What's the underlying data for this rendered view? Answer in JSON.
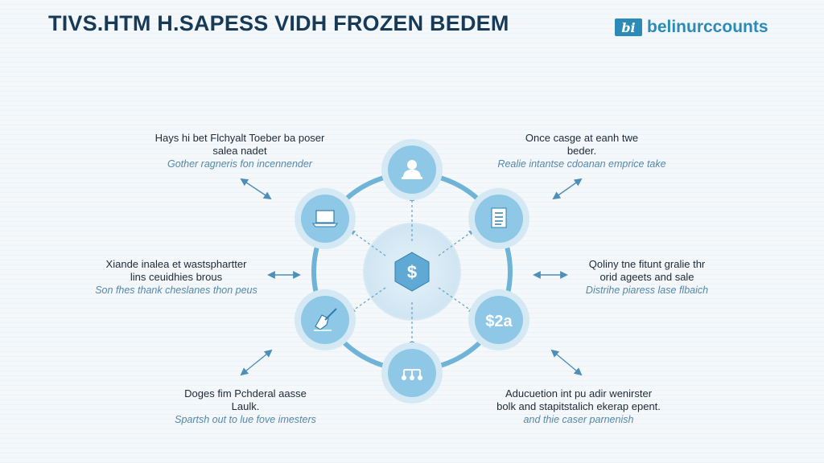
{
  "header": {
    "title": "TIVS.HTM H.SAPESS VIDH FROZEN BEDEM",
    "brand_logo_text": "bi",
    "brand_name": "belinurccounts"
  },
  "colors": {
    "title": "#163a57",
    "brand": "#2b8ab6",
    "ring": "#6fb3d6",
    "node_fill": "#8ec8e6",
    "node_halo": "#d4e9f4",
    "arrow": "#4d8fb8",
    "subtext": "#5487a8"
  },
  "diagram": {
    "center_icon": "dollar-hexagon-icon",
    "center_text": "$",
    "nodes": [
      {
        "id": "top",
        "icon": "user-icon"
      },
      {
        "id": "upper-right",
        "icon": "document-icon"
      },
      {
        "id": "lower-right",
        "icon": "price-tag-icon",
        "text": "$2a"
      },
      {
        "id": "bottom",
        "icon": "network-icon"
      },
      {
        "id": "lower-left",
        "icon": "hand-pen-icon"
      },
      {
        "id": "upper-left",
        "icon": "laptop-icon"
      }
    ],
    "labels": {
      "top_left": {
        "line1": "Hays hi bet Flchyalt Toeber ba poser",
        "line2": "salea nadet",
        "sub": "Gother ragneris fon incennender"
      },
      "top_right": {
        "line1": "Once casge at eanh twe",
        "line2": "beder.",
        "sub": "Realie intantse cdoanan emprice take"
      },
      "mid_left": {
        "line1": "Xiande inalea et wastsphartter",
        "line2": "lins ceuidhies brous",
        "sub": "Son fhes thank cheslanes thon peus"
      },
      "mid_right": {
        "line1": "Qoliny tne fitunt gralie thr",
        "line2": "orid ageets and sale",
        "sub": "Distrihe piaress lase flbaich"
      },
      "bottom_left": {
        "line1": "Doges fim Pchderal aasse",
        "line2": "Laulk.",
        "sub": "Spartsh out to lue fove imesters"
      },
      "bottom_right": {
        "line1": "Aducuetion int pu adir wenirster",
        "line2": "bolk and stapitstalich ekerap epent.",
        "sub": "and thie caser parnenish"
      }
    }
  }
}
